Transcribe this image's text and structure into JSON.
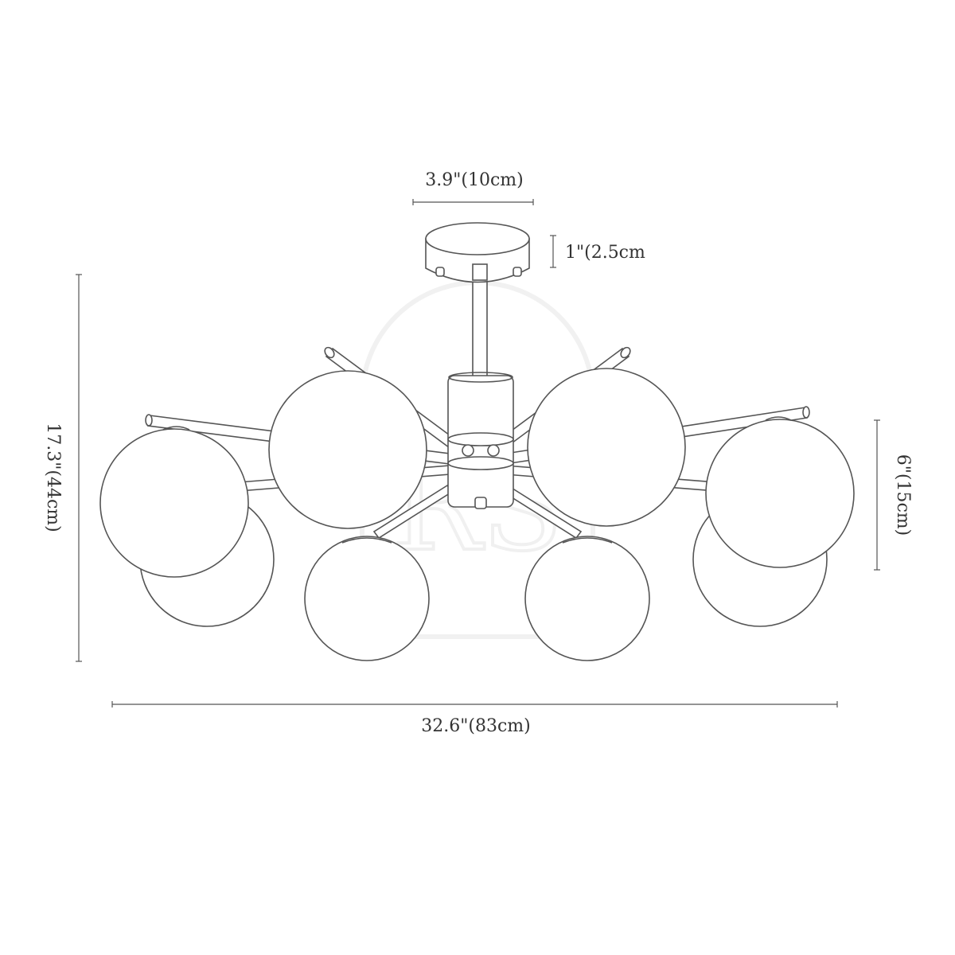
{
  "dimensions": {
    "canopy_width": "3.9\"(10cm)",
    "canopy_height": "1\"(2.5cm",
    "total_height": "17.3\"(44cm)",
    "globe_diameter": "6\"(15cm)",
    "total_width": "32.6\"(83cm)"
  },
  "watermark": {
    "monogram": "RS"
  },
  "colors": {
    "line": "#555555",
    "background": "#ffffff"
  }
}
